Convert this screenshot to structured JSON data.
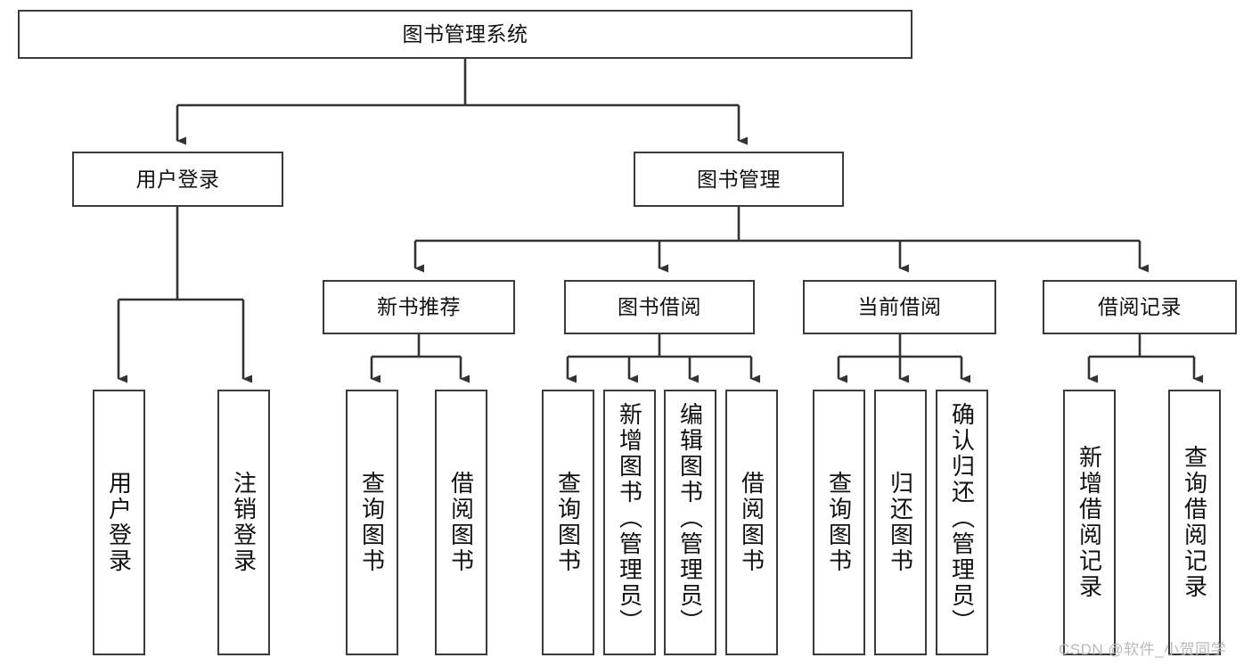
{
  "diagram": {
    "type": "hierarchy-tree",
    "title": "图书管理系统",
    "watermark": "CSDN @软件_小贺同学",
    "colors": {
      "box_border": "#3a3a3a",
      "box_fill": "#ffffff",
      "connector": "#333333",
      "text": "#111111",
      "watermark": "#b9b9b9"
    },
    "root": {
      "label": "图书管理系统"
    },
    "level2": [
      {
        "label": "用户登录"
      },
      {
        "label": "图书管理"
      }
    ],
    "level3": [
      {
        "label": "新书推荐"
      },
      {
        "label": "图书借阅"
      },
      {
        "label": "当前借阅"
      },
      {
        "label": "借阅记录"
      }
    ],
    "leaves": {
      "user_login": [
        {
          "label": "用户登录"
        },
        {
          "label": "注销登录"
        }
      ],
      "new_book_recommend": [
        {
          "label": "查询图书"
        },
        {
          "label": "借阅图书"
        }
      ],
      "book_borrow": [
        {
          "label": "查询图书"
        },
        {
          "label": "新增图书（管理员）"
        },
        {
          "label": "编辑图书（管理员）"
        },
        {
          "label": "借阅图书"
        }
      ],
      "current_borrow": [
        {
          "label": "查询图书"
        },
        {
          "label": "归还图书"
        },
        {
          "label": "确认归还（管理员）"
        }
      ],
      "borrow_records": [
        {
          "label": "新增借阅记录"
        },
        {
          "label": "查询借阅记录"
        }
      ]
    }
  }
}
